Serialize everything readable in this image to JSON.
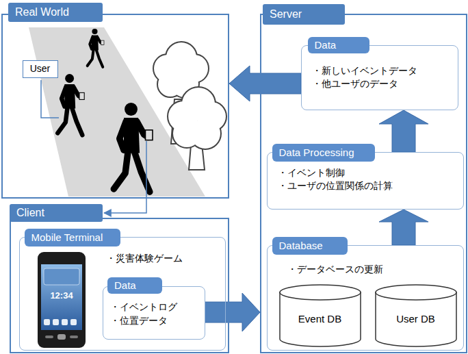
{
  "diagram": {
    "nodes": [
      {
        "text": [
          "Real World"
        ]
      },
      {
        "text": [
          "User"
        ],
        "in": 0
      },
      {
        "text": [
          "Server"
        ]
      },
      {
        "text": [
          "Data",
          "・新しいイベントデータ ・他ユーザのデータ"
        ],
        "in": 2
      },
      {
        "text": [
          "Data Processing",
          "・イベント制御 ・ユーザの位置関係の計算"
        ],
        "in": 2
      },
      {
        "text": [
          "Database",
          "・データベースの更新"
        ],
        "in": 2
      },
      {
        "text": [
          "Event DB"
        ],
        "in": 5
      },
      {
        "text": [
          "User DB"
        ],
        "in": 5
      },
      {
        "text": [
          "Client"
        ]
      },
      {
        "text": [
          "Mobile Terminal",
          "・災害体験ゲーム"
        ],
        "in": 8
      },
      {
        "text": [
          "Data",
          "・イベントログ ・位置データ"
        ],
        "in": 9
      }
    ],
    "edges": [
      {
        "from": 3,
        "to": 0,
        "arrow": "to"
      },
      {
        "from": 5,
        "to": 4,
        "arrow": "to"
      },
      {
        "from": 4,
        "to": 3,
        "arrow": "to"
      },
      {
        "from": 10,
        "to": 2,
        "arrow": "to"
      },
      {
        "from": 0,
        "to": 8,
        "arrow": "to"
      }
    ],
    "labels": [
      "12:34"
    ]
  }
}
